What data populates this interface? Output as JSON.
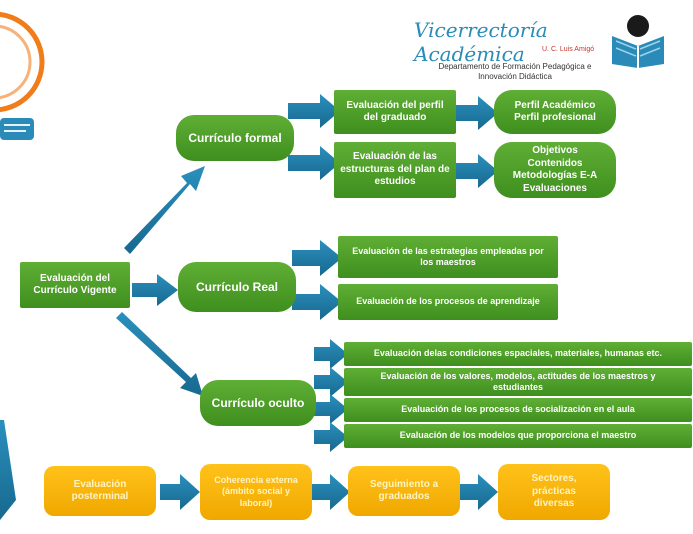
{
  "header": {
    "title": "Vicerrectoría Académica",
    "subtitle": "U. C. Luis Amigó",
    "department_line1": "Departamento de Formación Pedagógica e",
    "department_line2": "Innovación Didáctica"
  },
  "nodes": {
    "root": "Evaluación del Currículo Vigente",
    "formal": "Currículo formal",
    "real": "Currículo Real",
    "oculto": "Currículo oculto",
    "perfil_graduado": "Evaluación del perfil del graduado",
    "estructuras": "Evaluación de las estructuras del plan de estudios",
    "perfil_academico": "Perfil Académico Perfil profesional",
    "objetivos": "Objetivos Contenidos Metodologías E-A Evaluaciones",
    "estrategias": "Evaluación de las estrategias empleadas por los maestros",
    "aprendizaje": "Evaluación de los procesos de aprendizaje",
    "condiciones": "Evaluación delas condiciones espaciales, materiales, humanas etc.",
    "valores": "Evaluación de los valores, modelos, actitudes de los maestros y estudiantes",
    "socializacion": "Evaluación de los procesos de socialización en el aula",
    "modelos": "Evaluación de los modelos que proporciona el maestro",
    "posterminal": "Evaluación posterminal",
    "coherencia": "Coherencia externa (ámbito social y laboral)",
    "seguimiento": "Seguimiento a graduados",
    "sectores": "Sectores, prácticas diversas"
  },
  "colors": {
    "green": "#4a9e28",
    "arrow_blue": "#1f7ca6",
    "gold": "#f5b400",
    "logo_blue": "#2a8bb8",
    "orange_accent": "#f07d1a"
  }
}
